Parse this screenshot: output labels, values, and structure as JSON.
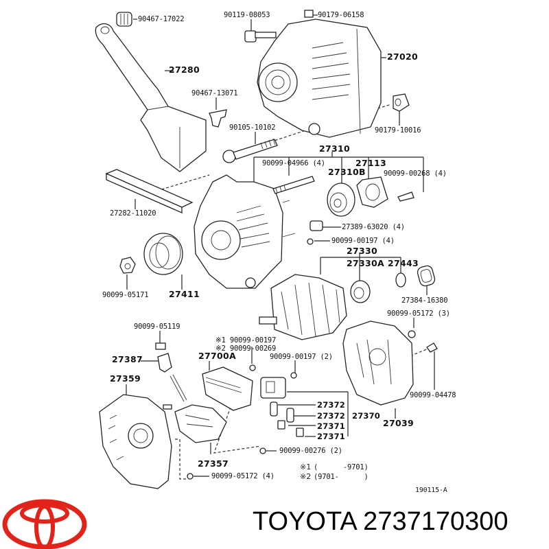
{
  "diagram": {
    "reference_code": "190115-A",
    "notes": [
      {
        "mark": "※1",
        "text": "(      -9701)"
      },
      {
        "mark": "※2",
        "text": "(9701-      )"
      }
    ],
    "labels": {
      "p90467_17022": "90467-17022",
      "p90119_08053": "90119-08053",
      "p90179_06158": "90179-06158",
      "p27280": "27280",
      "p27020": "27020",
      "p90467_13071": "90467-13071",
      "p90105_10102": "90105-10102",
      "p90179_10016": "90179-10016",
      "p27310": "27310",
      "p90099_04966": "90099-04966 (4)",
      "p27310B": "27310B",
      "p27113": "27113",
      "p90099_00268": "90099-00268 (4)",
      "p27282_11020": "27282-11020",
      "p27389_63020": "27389-63020 (4)",
      "p90099_00197_4": "90099-00197 (4)",
      "p27330": "27330",
      "p27330A": "27330A",
      "p27443": "27443",
      "p90099_05171": "90099-05171",
      "p27411": "27411",
      "p27384_16380": "27384-16380",
      "p90099_05172_3": "90099-05172 (3)",
      "p90099_05119": "90099-05119",
      "p_note1_part": "※1 90099-00197",
      "p_note2_part": "※2 90099-00269",
      "p27387": "27387",
      "p27700A": "27700A",
      "p90099_00197_2": "90099-00197 (2)",
      "p27359": "27359",
      "p90099_04478": "90099-04478",
      "p27372a": "27372",
      "p27372b": "27372",
      "p27370": "27370",
      "p27371a": "27371",
      "p27371b": "27371",
      "p27039": "27039",
      "p27357": "27357",
      "p90099_00276": "90099-00276 (2)",
      "p90099_05172_4": "90099-05172 (4)"
    }
  },
  "brand": {
    "logo": "toyota-logo-icon",
    "logo_color": "#e2231a",
    "title": "TOYOTA 2737170300"
  }
}
